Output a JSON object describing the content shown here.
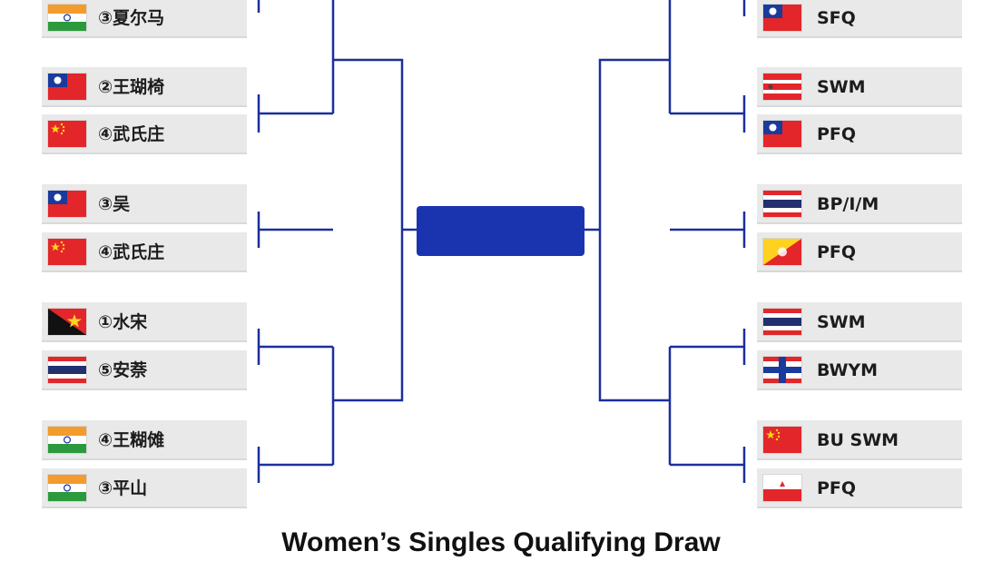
{
  "left_entries": [
    {
      "flag": "india",
      "label": "③夏尔马"
    },
    {
      "flag": "taiwan",
      "label": "②王瑚椅"
    },
    {
      "flag": "china",
      "label": "④武氏庄"
    },
    {
      "flag": "taiwan",
      "label": "③吴"
    },
    {
      "flag": "china",
      "label": "④武氏庄"
    },
    {
      "flag": "papua",
      "label": "①水宋"
    },
    {
      "flag": "thailand",
      "label": "⑤安萘"
    },
    {
      "flag": "india",
      "label": "④王糊傩"
    },
    {
      "flag": "india",
      "label": "③平山"
    }
  ],
  "right_entries": [
    {
      "flag": "taiwan",
      "label": "SFQ"
    },
    {
      "flag": "striped-red",
      "label": "SWM"
    },
    {
      "flag": "taiwan",
      "label": "PFQ"
    },
    {
      "flag": "thailand",
      "label": "BP/I/M"
    },
    {
      "flag": "bhutan",
      "label": "PFQ"
    },
    {
      "flag": "thailand",
      "label": "SWM"
    },
    {
      "flag": "cross-blue",
      "label": "BWYM"
    },
    {
      "flag": "china",
      "label": "BU SWM"
    },
    {
      "flag": "redwhite",
      "label": "PFQ"
    }
  ],
  "final_box_color": "#1a34b0",
  "bracket_line_color": "#1b2f9e",
  "title": "Women’s Singles Qualifying Draw"
}
